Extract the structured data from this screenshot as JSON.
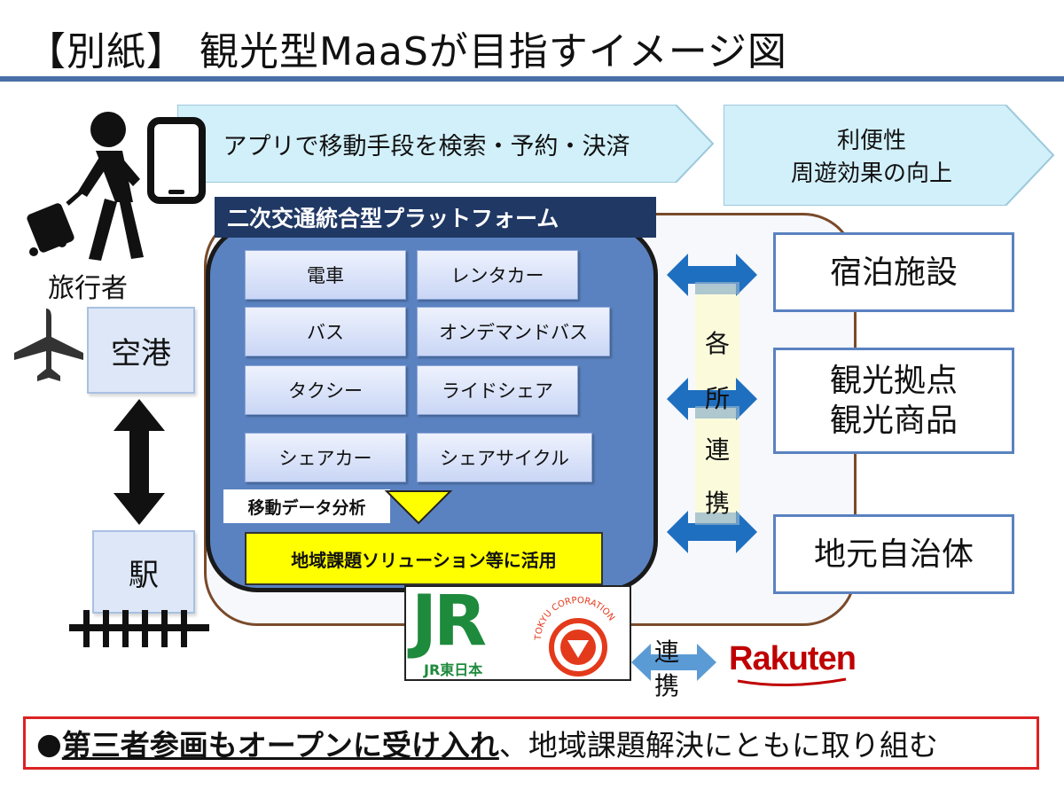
{
  "title": "【別紙】 観光型MaaSが目指すイメージ図",
  "traveler": {
    "label": "旅行者"
  },
  "banners": {
    "search": "アプリで移動手段を検索・予約・決済",
    "benefit_line1": "利便性",
    "benefit_line2": "周遊効果の向上"
  },
  "locations": {
    "airport": "空港",
    "station": "駅"
  },
  "platform": {
    "heading": "二次交通統合型プラットフォーム",
    "modes": [
      "電車",
      "レンタカー",
      "バス",
      "オンデマンドバス",
      "タクシー",
      "ライドシェア",
      "シェアカー",
      "シェアサイクル"
    ],
    "analysis": "移動データ分析",
    "solution": "地域課題ソリューション等に活用"
  },
  "cooperation": {
    "chars": [
      "各",
      "所",
      "連",
      "携"
    ]
  },
  "partners": {
    "lodging": "宿泊施設",
    "tourism_line1": "観光拠点",
    "tourism_line2": "観光商品",
    "municipality": "地元自治体"
  },
  "logos": {
    "jr_mark": "JR",
    "jr_name": "JR東日本",
    "tokyu_name": "TOKYU CORPORATION",
    "partner_link_line1": "連",
    "partner_link_line2": "携",
    "rakuten": "Rakuten"
  },
  "footer": {
    "bullet": "●",
    "emphasis": "第三者参画もオープンに受け入れ",
    "rest": "、地域課題解決にともに取り組む"
  },
  "colors": {
    "title_rule": "#4a6fa8",
    "platform_fill": "#5a82c0",
    "platform_head": "#203864",
    "banner_fill": "#d2f0fa",
    "arrow_blue": "#1f6fc0",
    "solution_fill": "#ffff00",
    "footer_border": "#dd2222",
    "jr_green": "#1e8a3c",
    "tokyu_red": "#e43a1c",
    "rakuten_red": "#bf0000"
  }
}
